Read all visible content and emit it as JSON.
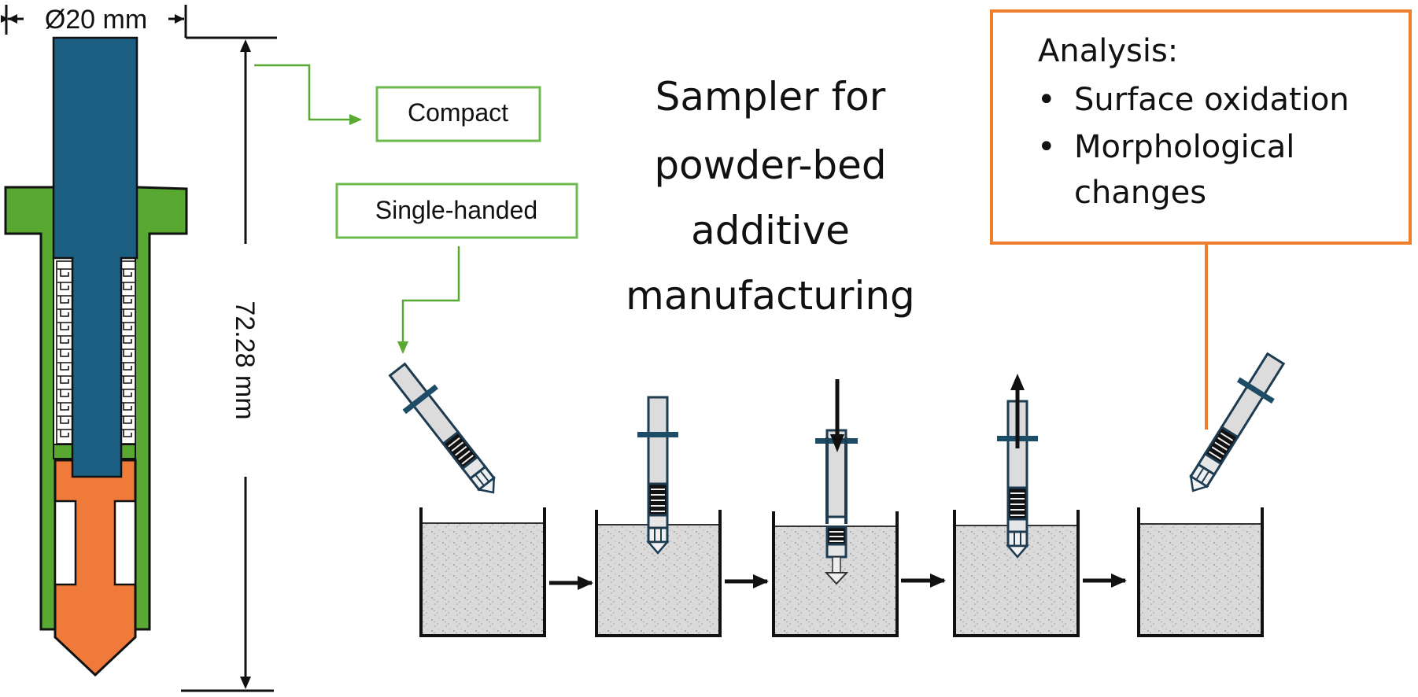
{
  "dimensions": {
    "diameter_label": "Ø20 mm",
    "length_label": "72.28 mm"
  },
  "features": {
    "compact": "Compact",
    "single_handed": "Single-handed"
  },
  "title": {
    "lines": [
      "Sampler for",
      "powder-bed",
      "additive",
      "manufacturing"
    ]
  },
  "analysis": {
    "heading": "Analysis:",
    "items": [
      "Surface oxidation",
      "Morphological",
      "changes"
    ],
    "bullet": "•"
  },
  "process": {
    "steps": [
      {
        "name": "approach",
        "state": "tilted above bed"
      },
      {
        "name": "insert",
        "state": "inserted in bed"
      },
      {
        "name": "press",
        "state": "plunger pressed down",
        "arrow": "down"
      },
      {
        "name": "withdraw",
        "state": "plunger pulled up",
        "arrow": "up"
      },
      {
        "name": "retrieve",
        "state": "tilted with sample"
      }
    ]
  },
  "colors": {
    "plunger": "#1c5f82",
    "body": "#58a832",
    "tip": "#ef7a3a",
    "feature_box": "#6dbb4f",
    "analysis_box": "#ee7d2c",
    "powder": "#d6d6d6",
    "sampler_outline": "#1d3c52",
    "sampler_fill": "#dcdcdc"
  }
}
